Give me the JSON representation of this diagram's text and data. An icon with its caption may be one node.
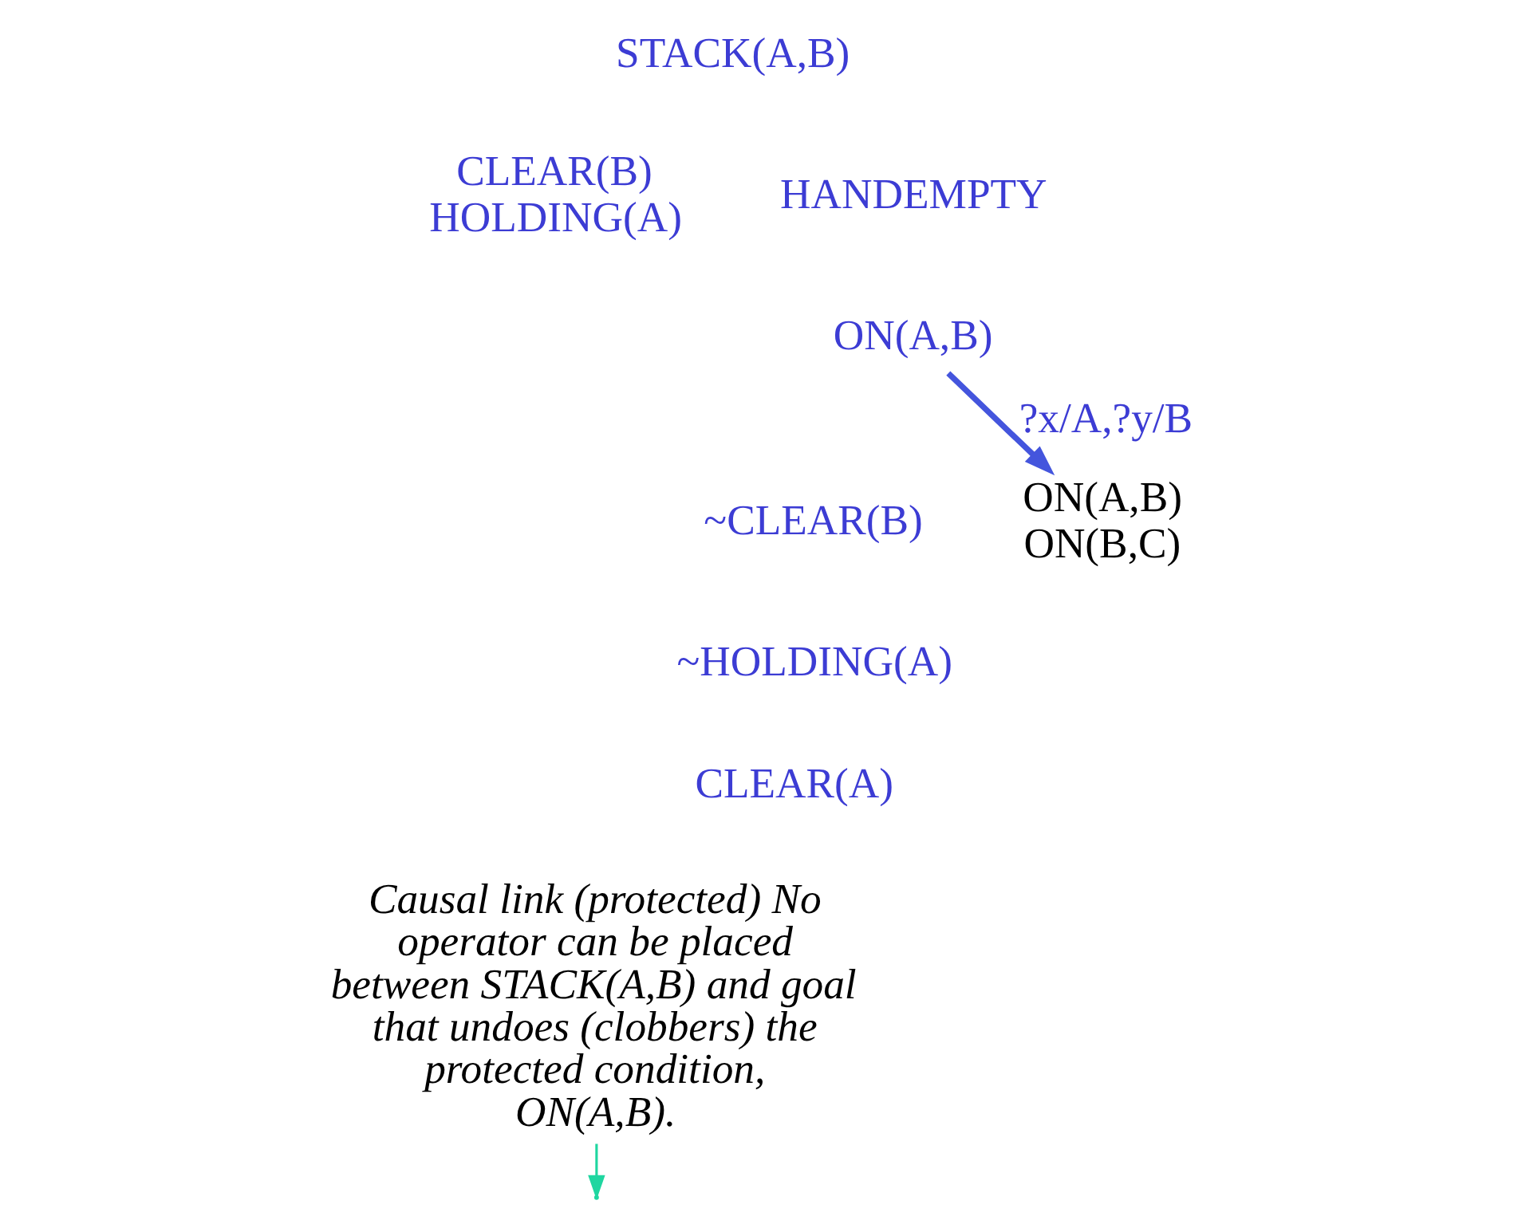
{
  "diagram": {
    "nodes": [
      {
        "text": [
          "STACK(A,B)"
        ]
      },
      {
        "text": [
          "CLEAR(B) HOLDING(A)"
        ]
      },
      {
        "text": [
          "HANDEMPTY"
        ]
      },
      {
        "text": [
          "ON(A,B)"
        ]
      },
      {
        "text": [
          "~CLEAR(B)"
        ]
      },
      {
        "text": [
          "~HOLDING(A)"
        ]
      },
      {
        "text": [
          "CLEAR(A)"
        ]
      },
      {
        "text": [
          "ON(A,B) ON(B,C)"
        ]
      },
      {
        "text": [
          "Causal link (protected) No operator can be placed between STACK(A,B) and goal that undoes (clobbers) the protected condition, ON(A,B)."
        ]
      }
    ],
    "edges": [
      {
        "from": 3,
        "to": 7,
        "arrow": "to",
        "label": "?x/A,?y/B",
        "style": "thick"
      },
      {
        "from": 8,
        "to": null,
        "arrow": "to",
        "color": "#1fd6a0"
      }
    ]
  }
}
